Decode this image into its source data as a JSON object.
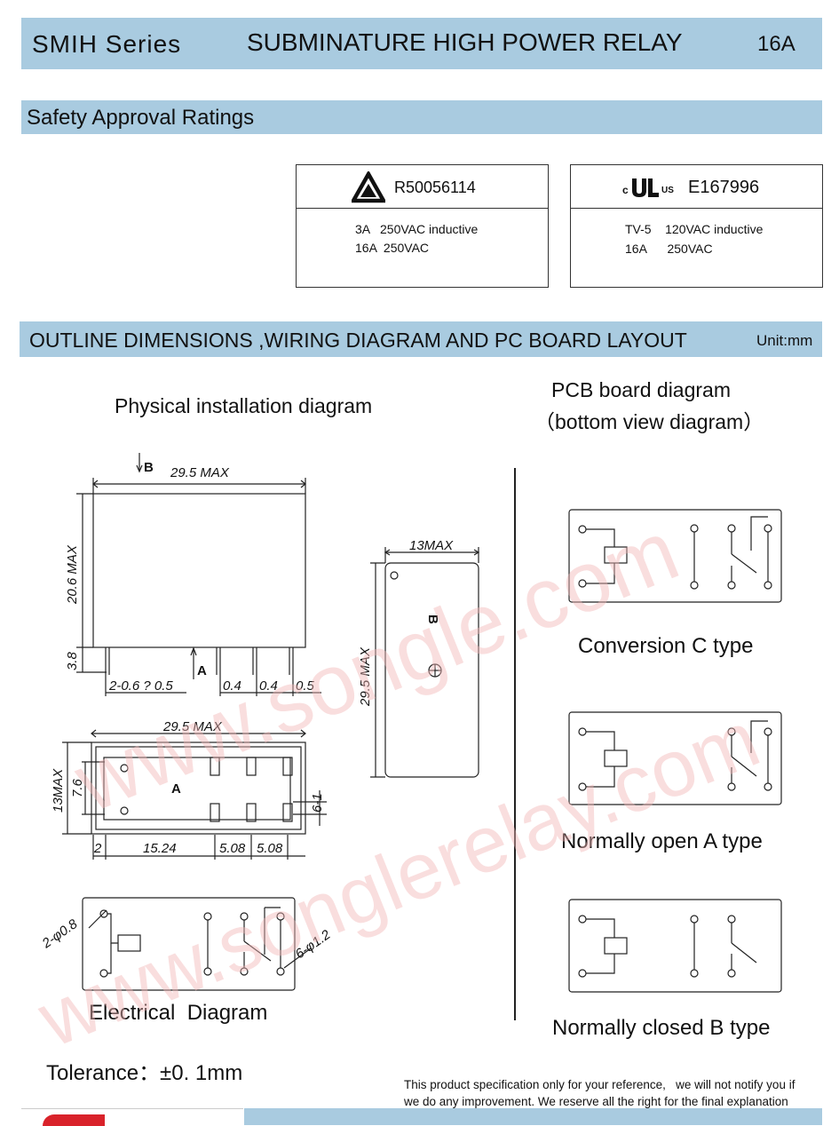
{
  "header": {
    "series": "SMIH Series",
    "title": "SUBMINATURE HIGH POWER RELAY",
    "current": "16A"
  },
  "safety": {
    "section_title": "Safety Approval Ratings",
    "cert1": {
      "number": "R50056114",
      "ratings": [
        "3A   250VAC inductive",
        "16A  250VAC"
      ]
    },
    "cert2": {
      "mark_c": "c",
      "mark_us": "US",
      "number": "E167996",
      "ratings": [
        "TV-5    120VAC inductive",
        "16A      250VAC"
      ]
    }
  },
  "outline": {
    "section_title": "OUTLINE DIMENSIONS ,WIRING DIAGRAM AND PC BOARD LAYOUT",
    "unit": "Unit:mm",
    "physical_title": "Physical installation diagram",
    "pcb_title_line1": "PCB board diagram",
    "pcb_title_line2": "（bottom view diagram）",
    "electrical_label": "Electrical  Diagram",
    "conversion_label": "Conversion C type",
    "no_label": "Normally open A type",
    "nc_label": "Normally closed B type",
    "tolerance": "Tolerance：±0. 1mm",
    "dims": {
      "b_marker": "B",
      "a_marker": "A",
      "width_max": "29.5  MAX",
      "height_max": "20.6  MAX",
      "pin_len": "3.8",
      "pin_size": "2-0.6 ? 0.5",
      "d04a": "0.4",
      "d04b": "0.4",
      "d05": "0.5",
      "width_max2": "29.5  MAX",
      "depth": "13MAX",
      "d76": "7.6",
      "d2": "2",
      "d1524": "15.24",
      "d508a": "5.08",
      "d508b": "5.08",
      "d61": "6-1",
      "side_width": "13MAX",
      "side_height": "29.5  MAX",
      "side_b": "B",
      "hole1": "2-φ0.8",
      "hole2": "6-φ1.2"
    }
  },
  "footer": {
    "note_line1": "This product specification only for your reference,   we will not notify you if",
    "note_line2": "we do any improvement. We reserve all the right for the final explanation"
  },
  "colors": {
    "band": "#a9cbe0",
    "watermark": "#f2b8b8",
    "line": "#222222"
  }
}
